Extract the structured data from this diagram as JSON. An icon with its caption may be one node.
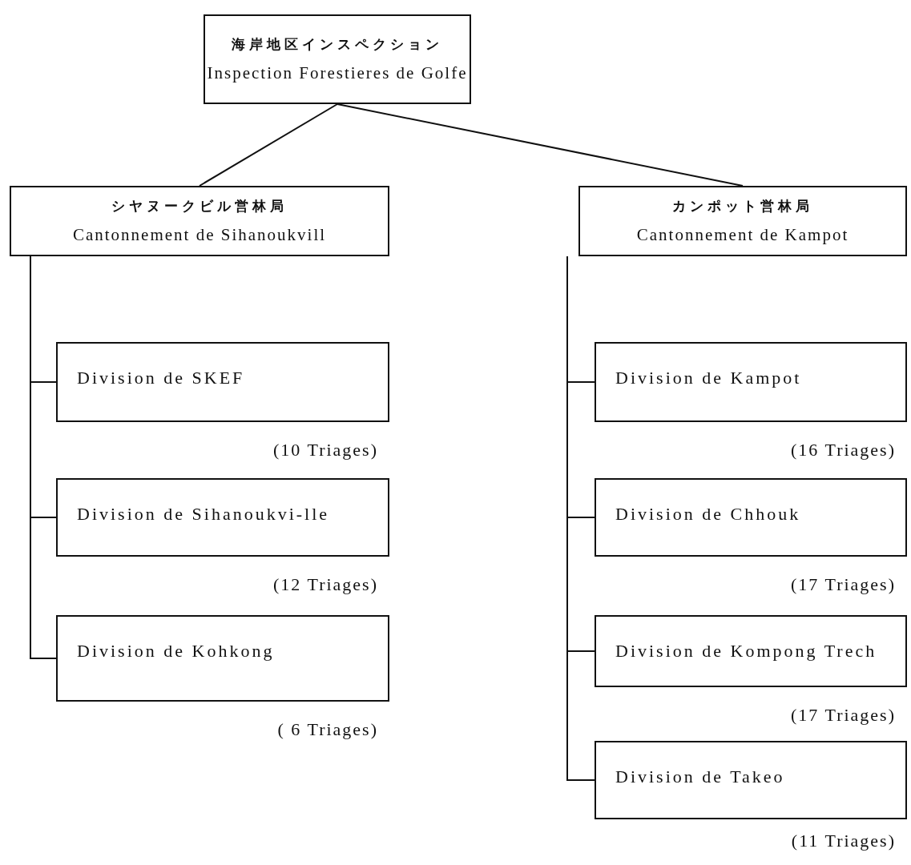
{
  "diagram": {
    "nodes": [
      {
        "text": [
          "海岸地区インスペクション",
          "Inspection Forestieres de Golfe"
        ]
      },
      {
        "text": [
          "シヤヌークビル営林局",
          "Cantonnement de Sihanoukvill"
        ]
      },
      {
        "text": [
          "カンポット営林局",
          "Cantonnement de Kampot"
        ]
      },
      {
        "text": [
          "Division de SKEF"
        ],
        "beside": [
          "(10 Triages)"
        ]
      },
      {
        "text": [
          "Division de Sihanoukvi-lle"
        ],
        "beside": [
          "(12 Triages)"
        ]
      },
      {
        "text": [
          "Division de Kohkong"
        ],
        "beside": [
          "( 6 Triages)"
        ]
      },
      {
        "text": [
          "Division de Kampot"
        ],
        "beside": [
          "(16 Triages)"
        ]
      },
      {
        "text": [
          "Division de Chhouk"
        ],
        "beside": [
          "(17 Triages)"
        ]
      },
      {
        "text": [
          "Division de Kompong Trech"
        ],
        "beside": [
          "(17 Triages)"
        ]
      },
      {
        "text": [
          "Division de Takeo"
        ],
        "beside": [
          "(11 Triages)"
        ]
      }
    ],
    "edges": [
      {
        "from": 0,
        "to": 1,
        "arrow": "none"
      },
      {
        "from": 0,
        "to": 2,
        "arrow": "none"
      },
      {
        "from": 1,
        "to": 3,
        "arrow": "none"
      },
      {
        "from": 1,
        "to": 4,
        "arrow": "none"
      },
      {
        "from": 1,
        "to": 5,
        "arrow": "none"
      },
      {
        "from": 2,
        "to": 6,
        "arrow": "none"
      },
      {
        "from": 2,
        "to": 7,
        "arrow": "none"
      },
      {
        "from": 2,
        "to": 8,
        "arrow": "none"
      },
      {
        "from": 2,
        "to": 9,
        "arrow": "none"
      }
    ]
  }
}
